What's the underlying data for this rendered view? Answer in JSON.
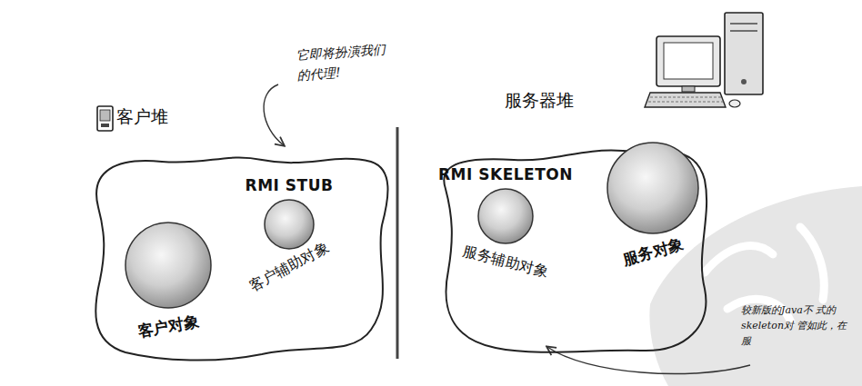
{
  "diagram": {
    "nodes": [
      {
        "text": [
          "客户堆"
        ]
      },
      {
        "text": [
          "客户对象"
        ],
        "in": 0
      },
      {
        "text": [
          "RMI STUB",
          "客户辅助对象"
        ],
        "in": 0
      },
      {
        "text": [
          "服务器堆"
        ]
      },
      {
        "text": [
          "RMI SKELETON",
          "服务辅助对象"
        ],
        "in": 3
      },
      {
        "text": [
          "服务对象"
        ],
        "in": 3
      }
    ],
    "labels": [
      "它即将扮演我们的代理!",
      "较新版的Java不 式的skeleton对 管如此，在服"
    ]
  }
}
